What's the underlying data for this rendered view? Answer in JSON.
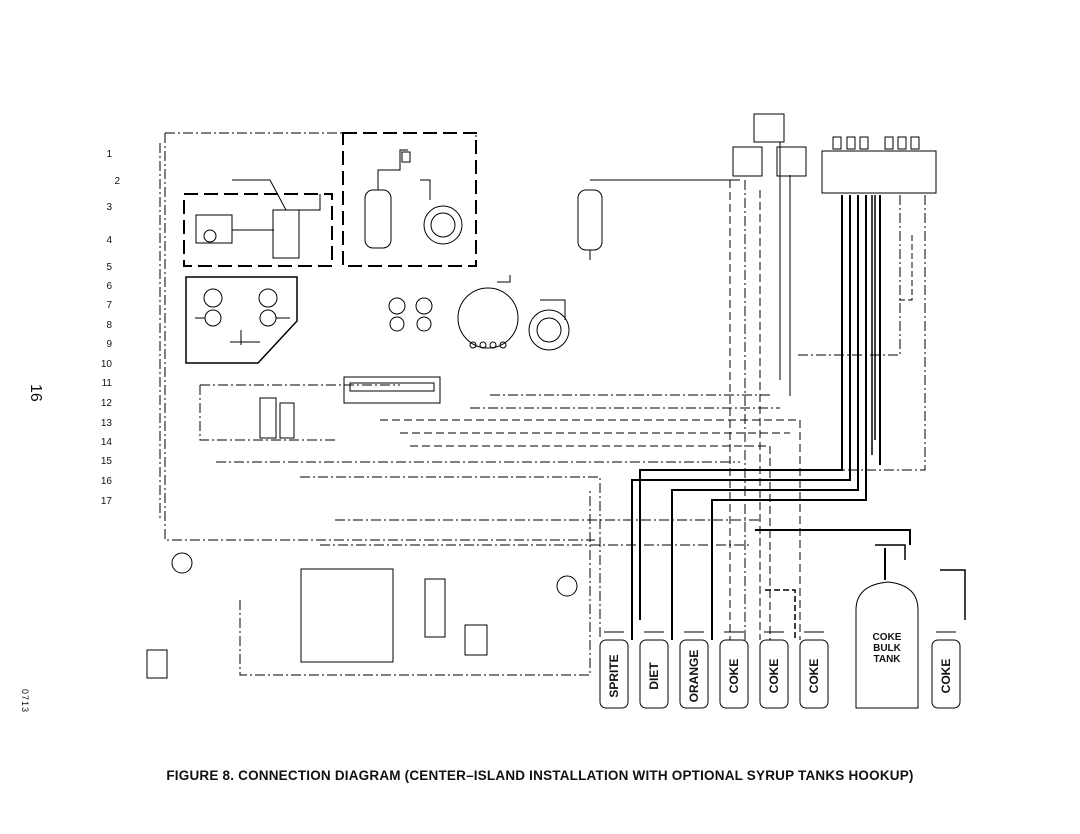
{
  "page": {
    "number": "16",
    "code": "0713"
  },
  "caption": "FIGURE 8. CONNECTION DIAGRAM (CENTER–ISLAND INSTALLATION WITH OPTIONAL SYRUP TANKS HOOKUP)",
  "callouts": [
    "1",
    "2",
    "3",
    "4",
    "5",
    "6",
    "7",
    "8",
    "9",
    "10",
    "11",
    "12",
    "13",
    "14",
    "15",
    "16",
    "17"
  ],
  "tanks": [
    {
      "label": "SPRITE"
    },
    {
      "label": "DIET"
    },
    {
      "label": "ORANGE"
    },
    {
      "label": "COKE"
    },
    {
      "label": "COKE"
    },
    {
      "label": "COKE"
    }
  ],
  "bulk_tank": {
    "line1": "COKE",
    "line2": "BULK",
    "line3": "TANK"
  },
  "extra_tank": {
    "label": "COKE"
  }
}
